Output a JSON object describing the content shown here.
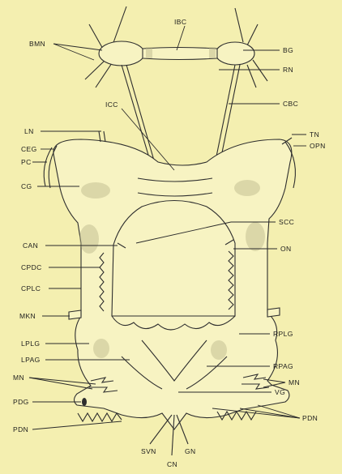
{
  "figure": {
    "labels": {
      "IBC": "IBC",
      "BMN": "BMN",
      "BG": "BG",
      "RN": "RN",
      "ICC": "ICC",
      "CBC": "CBC",
      "LN": "LN",
      "CEG": "CEG",
      "PC": "PC",
      "CG": "CG",
      "TN": "TN",
      "OPN": "OPN",
      "SCC": "SCC",
      "CAN": "CAN",
      "ON": "ON",
      "CPDC": "CPDC",
      "CPLC": "CPLC",
      "MKN": "MKN",
      "LPLG": "LPLG",
      "RPLG": "RPLG",
      "LPAG": "LPAG",
      "RPAG": "RPAG",
      "MN_left": "MN",
      "MN_right": "MN",
      "VG": "VG",
      "PDG": "PDG",
      "PDN_left": "PDN",
      "PDN_right": "PDN",
      "SVN": "SVN",
      "GN": "GN",
      "CN": "CN"
    },
    "colors": {
      "background": "#f4efb0",
      "outline": "#2e2e2e"
    }
  }
}
